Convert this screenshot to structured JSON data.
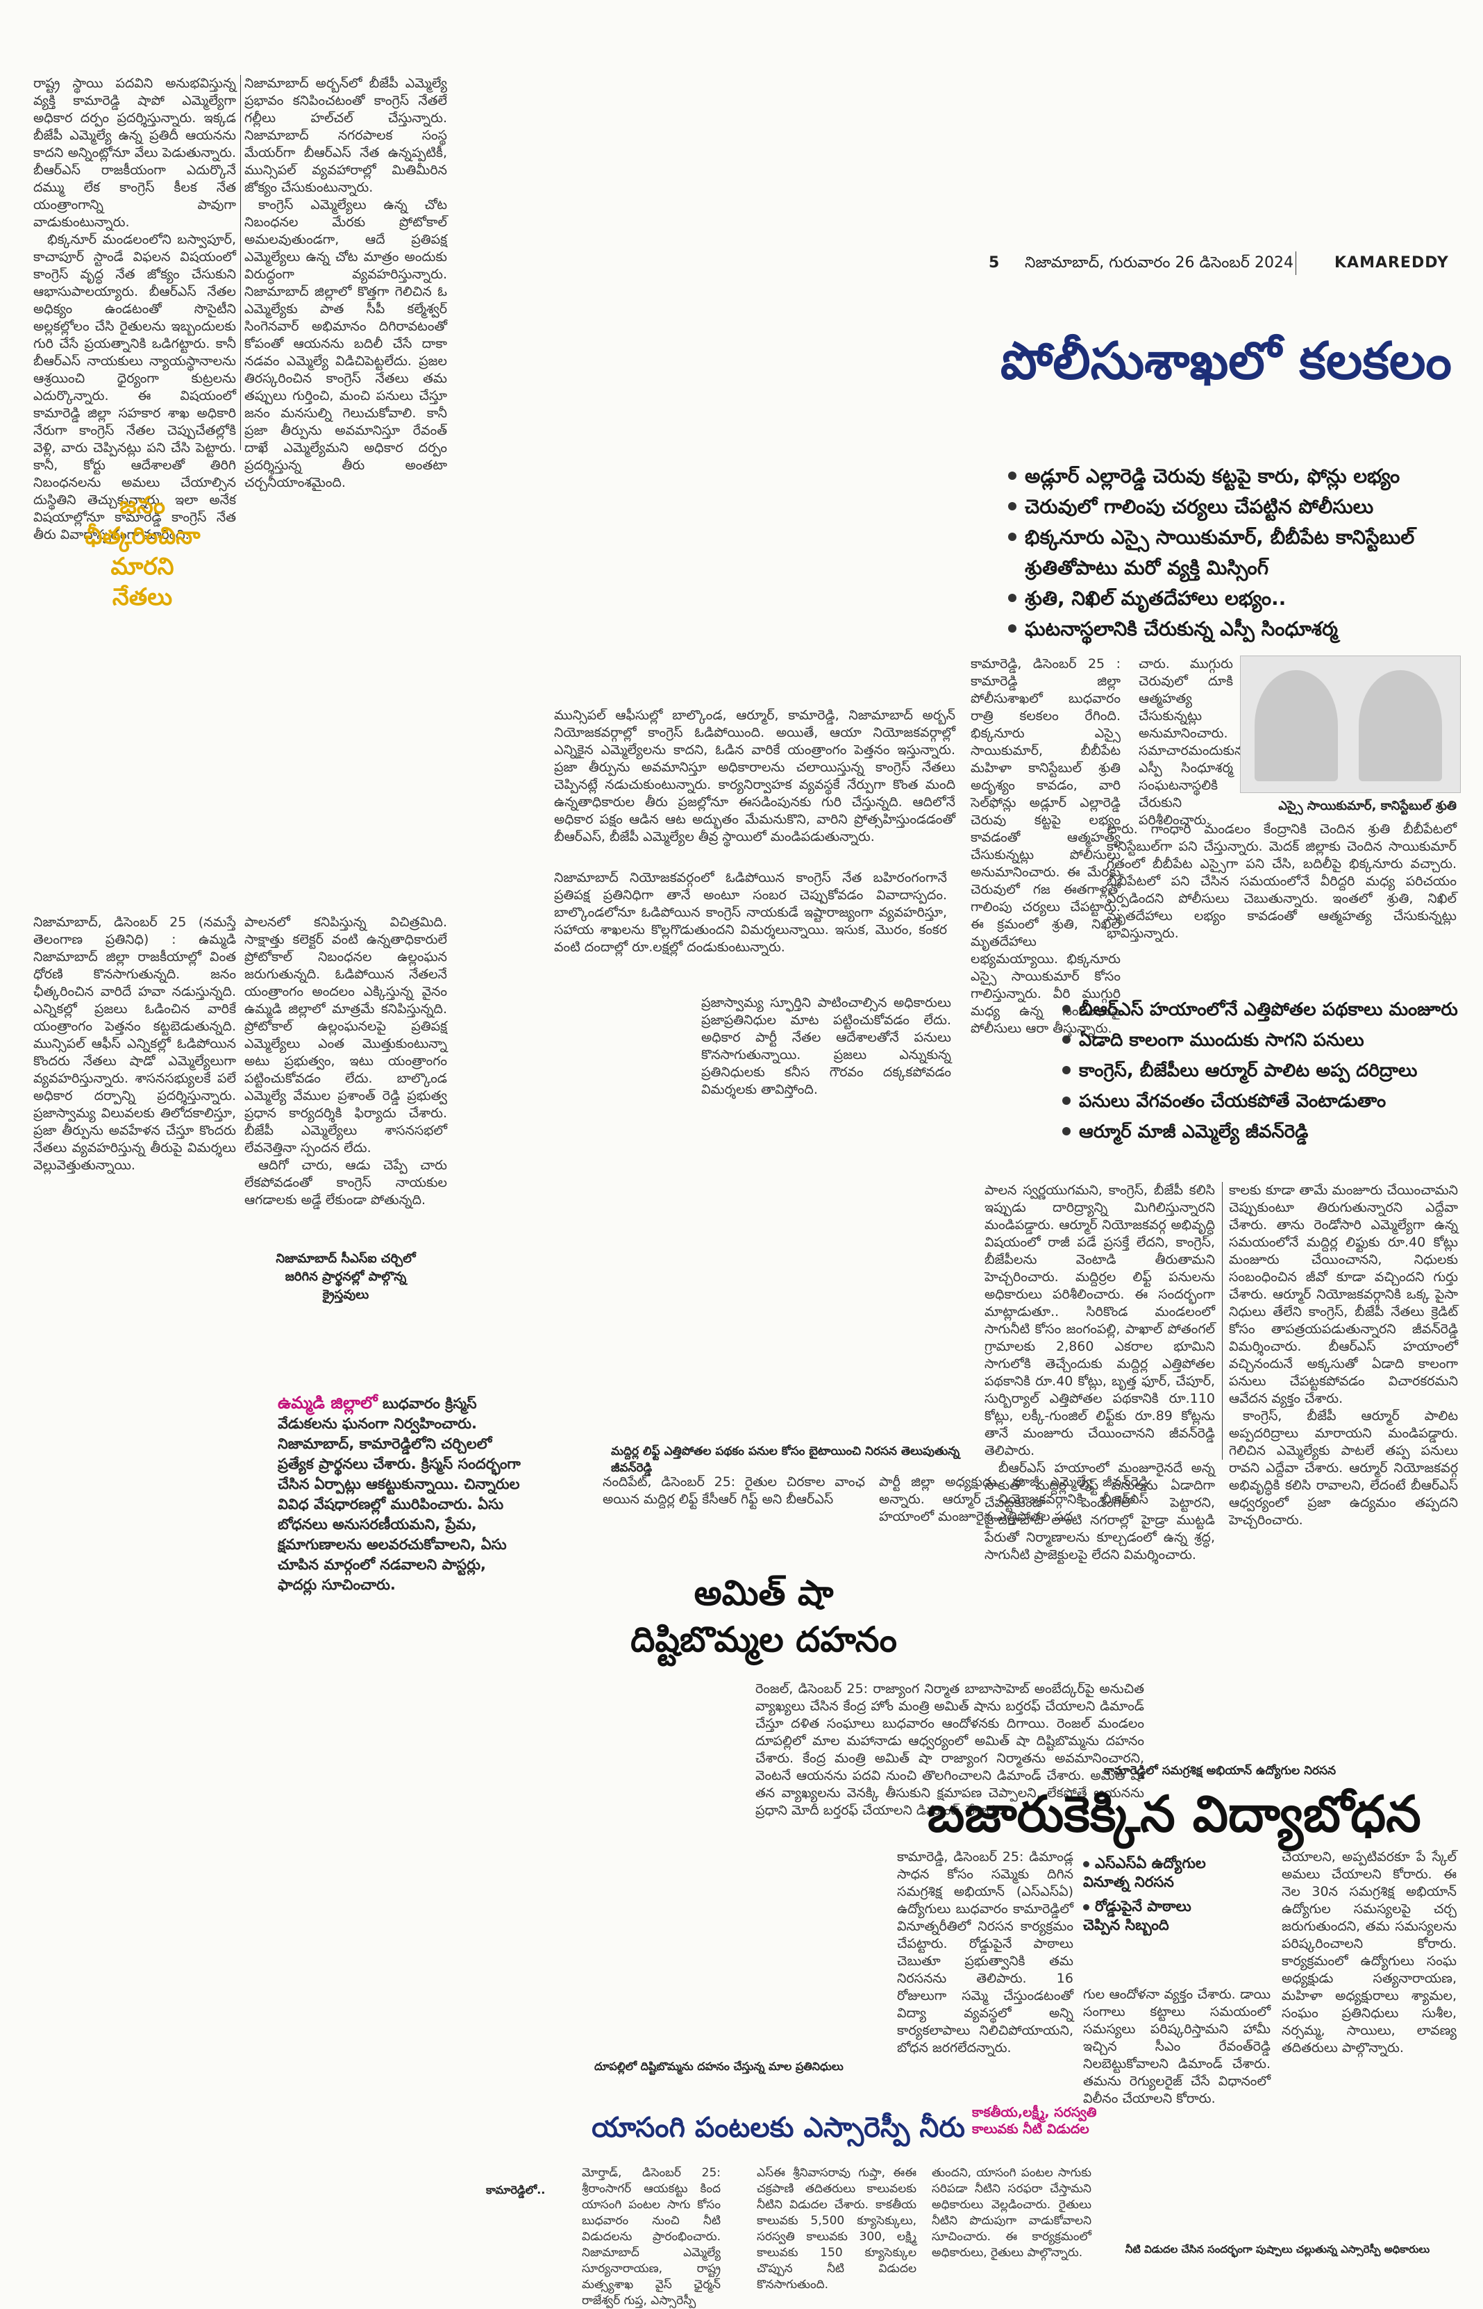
{
  "header": {
    "page_no": "5",
    "dateline": "నిజామాబాద్, గురువారం 26 డిసెంబర్ 2024",
    "edition": "KAMAREDDY"
  },
  "left_story": {
    "col1": [
      "రాష్ట్ర స్థాయి పదవిని అనుభవిస్తున్న వ్యక్తి కామారెడ్డి షాపో ఎమ్మెల్యేగా అధికార దర్పం ప్రదర్శిస్తున్నారు. ఇక్కడ బీజేపీ ఎమ్మెల్యే ఉన్న ప్రతిదీ ఆయనను కాదని అన్నింట్లోనూ వేలు పెడుతున్నారు. బీఆర్ఎస్ రాజకీయంగా ఎదుర్కొనే దమ్ము లేక కాంగ్రెస్ కీలక నేత యంత్రాంగాన్ని పావుగా వాడుకుంటున్నారు.",
      "భిక్కనూర్ మండలంలోని బస్వాపూర్, కాచాపూర్ స్టాండే విఫలన విషయంలో కాంగ్రెస్ వృద్ధ నేత జోక్యం చేసుకుని ఆభాసుపాలయ్యారు. బీఆర్ఎస్ నేతల అధిక్యం ఉండటంతో సొసైటీని అల్లకల్లోలం చేసి రైతులను ఇబ్బందులకు గురి చేసే ప్రయత్నానికి ఒడిగట్టారు. కానీ బీఆర్ఎస్ నాయకులు న్యాయస్థానాలను ఆశ్రయించి ధైర్యంగా కుట్రలను ఎదుర్కొన్నారు. ఈ విషయంలో కామారెడ్డి జిల్లా సహకార శాఖ అధికారి నేరుగా కాంగ్రెస్ నేతల చెప్పుచేతల్లోకి వెళ్లి, వారు చెప్పినట్లు పని చేసి పెట్టారు. కానీ, కోర్టు ఆదేశాలతో తిరిగి నిబంధనలను అమలు చేయాల్సిన దుస్థితిని తెచ్చుకున్నారు. ఇలా అనేక విషయాల్లోనూ కామారెడ్డి కాంగ్రెస్ నేత తీరు వివాదాస్పదంగా మారింది."
    ],
    "col2": [
      "నిజామాబాద్ అర్బన్‌లో బీజేపీ ఎమ్మెల్యే ప్రభావం కనిపించటంతో కాంగ్రెస్ నేతలే గల్లీలు హల్‌చల్ చేస్తున్నారు. నిజామాబాద్ నగరపాలక సంస్థ మేయర్‌గా బీఆర్ఎస్ నేత ఉన్నప్పటికీ, మున్సిపల్ వ్యవహారాల్లో మితిమీరిన జోక్యం చేసుకుంటున్నారు.",
      "కాంగ్రెస్ ఎమ్మెల్యేలు ఉన్న చోట నిబంధనల మేరకు ప్రోటోకాల్ అమలవుతుండగా, ఆదే ప్రతిపక్ష ఎమ్మెల్యేలు ఉన్న చోట మాత్రం అందుకు విరుద్ధంగా వ్యవహరిస్తున్నారు. నిజామాబాద్ జిల్లాలో కొత్తగా గెలిచిన ఓ ఎమ్మెల్యేకు పాత సీపీ కల్మేశ్వర్ సింగెనవార్ అభిమానం దిగిరావటంతో కోపంతో ఆయనను బదిలీ చేసే దాకా నడవం ఎమ్మెల్యే విడిచిపెట్టలేదు. ప్రజల తిరస్కరించిన కాంగ్రెస్ నేతలు తమ తప్పులు గుర్తించి, మంచి పనులు చేస్తూ జనం మనసుల్ని గెలుచుకోవాలి. కానీ ప్రజా తీర్పును అవమానిస్తూ రేవంత్ దాఖే ఎమ్మెల్యేమని అధికార దర్పం ప్రదర్శిస్తున్న తీరు అంతటా చర్చనీయాంశమైంది."
    ],
    "pullquote": [
      "జనం",
      "ఛీత్కరించినా",
      "మారని",
      "నేతలు"
    ]
  },
  "police_story": {
    "headline": "పోలీసుశాఖలో కలకలం",
    "bullets": [
      "అడ్లూర్ ఎల్లారెడ్డి చెరువు కట్టపై కారు, ఫోన్లు లభ్యం",
      "చెరువులో గాలింపు చర్యలు చేపట్టిన పోలీసులు",
      "భిక్కనూరు ఎస్సై సాయికుమార్, బీబీపేట కానిస్టేబుల్",
      "శ్రుతితోపాటు మరో వ్యక్తి మిస్సింగ్",
      "శ్రుతి, నిఖిల్ మృతదేహాలు లభ్యం..",
      "ఘటనాస్థలానికి చేరుకున్న ఎస్పీ సింధూశర్మ"
    ],
    "col1": "కామారెడ్డి, డిసెంబర్ 25 : కామారెడ్డి జిల్లా పోలీసుశాఖలో బుధవారం రాత్రి కలకలం రేగింది. భిక్కనూరు ఎస్సై సాయికుమార్, బీబీపేట మహిళా కానిస్టేబుల్ శ్రుతి అదృశ్యం కావడం, వారి సెల్‌ఫోన్లు అడ్లూర్ ఎల్లారెడ్డి చెరువు కట్టపై లభ్యం కావడంతో ఆత్మహత్య చేసుకున్నట్లు పోలీసులు అనుమానించారు. ఈ మేరకు చెరువులో గజ ఈతగాళ్లతో గాలింపు చర్యలు చేపట్టారు. ఈ క్రమంలో శ్రుతి, నిఖిల్ మృతదేహాలు లభ్యమయ్యాయి. భిక్కనూరు ఎస్సై సాయికుమార్ కోసం గాలిస్తున్నారు. వీరి ముగ్గురి మధ్య ఉన్న సంబంధంపై పోలీసులు ఆరా తీస్తున్నారు.",
    "col2": "చారు. ముగ్గురు చెరువులో దూకి ఆత్మహత్య చేసుకున్నట్లు అనుమానించారు. సమాచారమందుకున్న ఎస్పీ సింధూశర్మ సంఘటనాస్థలికి చేరుకుని పరిశీలించారు.",
    "photo_caption": "ఎస్సై సాయికుమార్, కానిస్టేబుల్ శ్రుతి",
    "col3": "చారు. గాంధారి మండలం కేంద్రానికి చెందిన శ్రుతి బీబీపేటలో కానిస్టేబుల్‌గా పని చేస్తున్నారు. మెదక్ జిల్లాకు చెందిన సాయికుమార్ గతంలో బీబీపేట ఎస్సైగా పని చేసి, బదిలీపై భిక్కనూరు వచ్చారు. బీబీపేటలో పని చేసిన సమయంలోనే వీరిద్దరి మధ్య పరిచయం ఏర్పడిందని పోలీసులు చెబుతున్నారు. ఇంతలో శ్రుతి, నిఖిల్ మృతదేహాలు లభ్యం కావడంతో ఆత్మహత్య చేసుకున్నట్లు భావిస్తున్నారు."
  },
  "congress_story": {
    "col1": "మున్సిపల్ ఆఫీసుల్లో బాల్కొండ, ఆర్మూర్, కామారెడ్డి, నిజామాబాద్ అర్బన్ నియోజకవర్గాల్లో కాంగ్రెస్ ఓడిపోయింది. అయితే, ఆయా నియోజకవర్గాల్లో ఎన్నికైన ఎమ్మెల్యేలను కాదని, ఓడిన వారికే యంత్రాంగం పెత్తనం ఇస్తున్నారు. ప్రజా తీర్పును అవమానిస్తూ అధికారాలను చలాయిస్తున్న కాంగ్రెస్ నేతలు చెప్పినట్లే నడుచుకుంటున్నారు. కార్యనిర్వాహక వ్యవస్థకే నేర్పుగా కొంత మంది ఉన్నతాధికారుల తీరు ప్రజల్లోనూ ఈసడింపునకు గురి చేస్తున్నది. ఆదిలోనే అధికార పక్షం ఆడిన ఆట అద్భుతం మేమనుకొని, వారిని ప్రోత్సహిస్తుండడంతో బీఆర్ఎస్, బీజేపీ ఎమ్మెల్యేల తీవ్ర స్థాయిలో మండిపడుతున్నారు.",
    "col2": "నిజామాబాద్ నియోజకవర్గంలో ఓడిపోయిన కాంగ్రెస్ నేత బహిరంగంగానే ప్రతిపక్ష ప్రతినిధిగా తానే అంటూ సంబర చెప్పుకోవడం వివాదాస్పదం. బాల్కొండలోనూ ఓడిపోయిన కాంగ్రెస్ నాయకుడే ఇష్టారాజ్యంగా వ్యవహరిస్తూ, సహాయ శాఖలను కొల్లగొడుతుందని విమర్శలున్నాయి. ఇసుక, మొరం, కంకర వంటి దందాల్లో రూ.లక్షల్లో దండుకుంటున్నారు.",
    "col3": "ప్రజాస్వామ్య స్ఫూర్తిని పాటించాల్సిన అధికారులు ప్రజాప్రతినిధుల మాట పట్టించుకోవడం లేదు. అధికార పార్టీ నేతల ఆదేశాలతోనే పనులు కొనసాగుతున్నాయి. ప్రజలు ఎన్నుకున్న ప్రతినిధులకు కనీస గౌరవం దక్కకపోవడం విమర్శలకు తావిస్తోంది.",
    "dateline_block": "నిజామాబాద్, డిసెంబర్ 25 (నమస్తే తెలంగాణ ప్రతినిధి) : ఉమ్మడి నిజామాబాద్ జిల్లా రాజకీయాల్లో వింత ధోరణి కొనసాగుతున్నది. జనం ఛీత్కరించిన వారిదే హవా నడుస్తున్నది. ఎన్నికల్లో ప్రజలు ఓడించిన వారికే యంత్రాంగం పెత్తనం కట్టబెడుతున్నది. మున్సిపల్ ఆఫీస్ ఎన్నికల్లో ఓడిపోయిన కొందరు నేతలు షాడో ఎమ్మెల్యేలుగా వ్యవహరిస్తున్నారు. శాసనసభ్యులకే పలే అధికార దర్పాన్ని ప్రదర్శిస్తున్నారు. ప్రజాస్వామ్య విలువలకు తిలోదకాలిస్తూ, ప్రజా తీర్పును అవహేళన చేస్తూ కొందరు నేతలు వ్యవహరిస్తున్న తీరుపై విమర్శలు వెల్లువెత్తుతున్నాయి.",
    "col_mid": "పాలనలో కనిపిస్తున్న విచిత్రమిది. సాక్షాత్తు కలెక్టర్ వంటి ఉన్నతాధికారులే ప్రోటోకాల్ నిబంధనల ఉల్లంఘన జరుగుతున్నది. ఓడిపోయిన నేతలనే యంత్రాంగం అందలం ఎక్కిస్తున్న వైనం ఉమ్మడి జిల్లాలో మాత్రమే కనిపిస్తున్నది. ప్రోటోకాల్ ఉల్లంఘనలపై ప్రతిపక్ష ఎమ్మెల్యేలు ఎంత మొత్తుకుంటున్నా అటు ప్రభుత్వం, ఇటు యంత్రాంగం పట్టించుకోవడం లేదు. బాల్కొండ ఎమ్మెల్యే వేముల ప్రశాంత్ రెడ్డి ప్రభుత్వ ప్రధాన కార్యదర్శికి ఫిర్యాదు చేశారు. బీజేపీ ఎమ్మెల్యేలు శాసనసభలో లేవనెత్తినా స్పందన లేదు.",
    "col_mid_end": "ఆదిగో చారు, ఆడు చెప్పే చారు లేకపోవడంతో కాంగ్రెస్ నాయకుల ఆగడాలకు అడ్డే లేకుండా పోతున్నది.",
    "photo_caption": [
      "నిజామాబాద్ సీఎస్ఐ చర్చిలో",
      "జరిగిన ప్రార్థనల్లో పాల్గొన్న",
      "క్రైస్తవులు"
    ]
  },
  "brs_story": {
    "bullets": [
      "బీఆర్ఎస్ హయాంలోనే ఎత్తిపోతల పథకాలు మంజూరు",
      "ఏడాది కాలంగా ముందుకు సాగని పనులు",
      "కాంగ్రెస్, బీజేపీలు ఆర్మూర్ పాలిట అప్ప దరిద్రాలు",
      "పనులు వేగవంతం చేయకపోతే వెంటాడుతాం",
      "ఆర్మూర్ మాజీ ఎమ్మెల్యే జీవన్‌రెడ్డి"
    ],
    "col1": "పాలన స్వర్ణయుగమని, కాంగ్రెస్, బీజేపీ కలిసి ఇప్పుడు దారిద్ర్యాన్ని మిగిలిస్తున్నారని మండిపడ్డారు. ఆర్మూర్ నియోజకవర్గ అభివృద్ధి విషయంలో రాజీ పడే ప్రసక్తే లేదని, కాంగ్రెస్, బీజేపీలను వెంటాడి తీరుతామని హెచ్చరించారు. మద్దిర్రల లిఫ్ట్ పనులను అధికారులు పరిశీలించారు. ఈ సందర్భంగా మాట్లాడుతూ.. సిరికొండ మండలంలో సాగునీటి కోసం జంగంపల్లి, పాఖాల్ పోతంగల్ గ్రామాలకు 2,860 ఎకరాల భూమిని సాగులోకి తెచ్చేందుకు మద్దిర్ల ఎత్తిపోతల పథకానికి రూ.40 కోట్లు, బృత్త ఫూర్, చేపూర్, సుర్బిర్యాల్ ఎత్తిపోతల పథకానికి రూ.110 కోట్లు, లక్కీ-గుంజిల్ లిఫ్ట్‌కు రూ.89 కోట్లను తానే మంజూరు చేయించానని జీవన్‌రెడ్డి తెలిపారు.",
    "col1b": "బీఆర్ఎస్ హయాంలో మంజూరైనదే అన్న సాకుతో మద్దిర్ల లిఫ్ట్ పనులను ఏడాదిగా చేపట్టకుండా పెండింగ్‌లో పెట్టారని, హైదరాబాద్ లాంటి నగరాల్లో హైడ్రా ముట్టడి పేరుతో నిర్మాణాలను కూల్చడంలో ఉన్న శ్రద్ధ, సాగునీటి ప్రాజెక్టులపై లేదని విమర్శించారు.",
    "col2": "కాలకు కూడా తామే మంజూరు చేయించామని చెప్పుకుంటూ తిరుగుతున్నారని ఎద్దేవా చేశారు. తాను రెండోసారి ఎమ్మెల్యేగా ఉన్న సమయంలోనే మద్దిర్ల లిఫ్టుకు రూ.40 కోట్లు మంజూరు చేయించానని, నిధులకు సంబంధించిన జీవో కూడా వచ్చిందని గుర్తు చేశారు. ఆర్మూర్ నియోజకవర్గానికి ఒక్క పైసా నిధులు తేలేని కాంగ్రెస్, బీజేపీ నేతలు క్రెడిట్ కోసం తాపత్రయపడుతున్నారని జీవన్‌రెడ్డి విమర్శించారు. బీఆర్ఎస్ హయాంలో వచ్చినందునే అక్కసుతో ఏడాది కాలంగా పనులు చేపట్టకపోవడం విచారకరమని ఆవేదన వ్యక్తం చేశారు.",
    "col2b": "కాంగ్రెస్, బీజేపీ ఆర్మూర్ పాలిట అప్పదరిద్రాలు మారాయని మండిపడ్డారు. గెలిచిన ఎమ్మెల్యేకు పాటలే తప్ప పనులు రావని ఎద్దేవా చేశారు. ఆర్మూర్ నియోజకవర్గ అభివృద్ధికి కలిసి రావాలని, లేదంటే బీఆర్ఎస్ ఆధ్వర్యంలో ప్రజా ఉద్యమం తప్పదని హెచ్చరించారు.",
    "photo_caption": "మద్దిర్ల లిఫ్ట్ ఎత్తిపోతల పథకం పనుల కోసం బైటాయించి నిరసన తెలుపుతున్న జీవన్‌రెడ్డి",
    "foot1": "నందిపేట్, డిసెంబర్ 25: రైతుల చిరకాల వాంఛ అయిన మద్దిర్ల లిఫ్ట్ కేసీఆర్ గిఫ్ట్ అని బీఆర్ఎస్",
    "foot2": "పార్టీ జిల్లా అధ్యక్షుడు, మాజీ ఎమ్మెల్యే జీవన్‌రెడ్డి అన్నారు. ఆర్మూర్ నియోజకవర్గానికి బీఆర్ఎస్ హయాంలో మంజూరైన ఎత్తిపోతల పథ"
  },
  "amit_story": {
    "headline1": "అమిత్ షా",
    "headline2": "దిష్టిబొమ్మల దహనం",
    "body": "రెంజల్, డిసెంబర్ 25: రాజ్యాంగ నిర్మాత బాబాసాహెబ్ అంబేద్కర్‌పై అనుచిత వ్యాఖ్యలు చేసిన కేంద్ర హోం మంత్రి అమిత్ షాను బర్తరఫ్ చేయాలని డిమాండ్ చేస్తూ దళిత సంఘాలు బుధవారం ఆందోళనకు దిగాయి. రెంజల్ మండలం దూపల్లిలో మాల మహానాడు ఆధ్వర్యంలో అమిత్ షా దిష్టిబొమ్మను దహనం చేశారు. కేంద్ర మంత్రి అమిత్ షా రాజ్యాంగ నిర్మాతను అవమానించారని, వెంటనే ఆయనను పదవి నుంచి తొలగించాలని డిమాండ్ చేశారు. అమిత్ షా తన వ్యాఖ్యలను వెనక్కి తీసుకుని క్షమాపణ చెప్పాలని, లేకపోతే ఆయనను ప్రధాని మోదీ బర్తరఫ్ చేయాలని డిమాండ్ చేశారు.",
    "caption": "దూపల్లిలో దిష్టిబొమ్మను దహనం చేస్తున్న మాల ప్రతినిధులు"
  },
  "christmas": {
    "lead": "ఉమ్మడి జిల్లాలో",
    "body": "బుధవారం క్రిస్మస్ వేడుకలను ఘనంగా నిర్వహించారు. నిజామాబాద్, కామారెడ్డిలోని చర్చిలలో ప్రత్యేక ప్రార్థనలు చేశారు. క్రిస్మస్ సందర్భంగా చేసిన ఏర్పాట్లు ఆకట్టుకున్నాయి. చిన్నారుల వివిధ వేషధారణల్లో మురిపించారు. ఏసు బోధనలు అనుసరణీయమని, ప్రేమ, క్షమాగుణాలను అలవరచుకోవాలని, ఏసు చూపిన మార్గంలో నడవాలని పాస్టర్లు, ఫాదర్లు సూచించారు."
  },
  "education_story": {
    "kicker": "కామారెడ్డిలో సమగ్రశిక్ష అభియాన్ ఉద్యోగుల నిరసన",
    "headline": "బజారుకెక్కిన విద్యాబోధన",
    "bullets": [
      "ఎస్‌ఎస్‌ఏ ఉద్యోగుల వినూత్న నిరసన",
      "రోడ్డుపైనే పాఠాలు చెప్పిన సిబ్బంది"
    ],
    "col1": "కామారెడ్డి, డిసెంబర్ 25: డిమాండ్ల సాధన కోసం సమ్మెకు దిగిన సమగ్రశిక్ష అభియాన్ (ఎస్ఎస్ఏ) ఉద్యోగులు బుధవారం కామారెడ్డిలో వినూత్నరీతిలో నిరసన కార్యక్రమం చేపట్టారు. రోడ్డుపైనే పాఠాలు చెబుతూ ప్రభుత్వానికి తమ నిరసనను తెలిపారు. 16 రోజులుగా సమ్మె చేస్తుండటంతో విద్యా వ్యవస్థలో అన్ని కార్యకలాపాలు నిలిచిపోయాయని, బోధన జరగలేదన్నారు.",
    "col2": "గుల ఆందోళనా వ్యక్తం చేశారు. డాయి సంగాలు కట్టాలు సమయంలో సమస్యలు పరిష్కరిస్తామని హామీ ఇచ్చిన సీఎం రేవంత్‌రెడ్డి నిలబెట్టుకోవాలని డిమాండ్ చేశారు. తమను రెగ్యులరైజ్ చేసే విధానంలో విలీనం చేయాలని కోరారు.",
    "col3": "చేయాలని, అప్పటివరకూ పే స్కేల్ అమలు చేయాలని కోరారు. ఈ నెల 30న సమగ్రశిక్ష అభియాన్ ఉద్యోగుల సమస్యలపై చర్చ జరుగుతుందని, తమ సమస్యలను పరిష్కరించాలని కోరారు. కార్యక్రమంలో ఉద్యోగులు సంఘ అధ్యక్షుడు సత్యనారాయణ, మహిళా అధ్యక్షురాలు శ్యామల, సంఘం ప్రతినిధులు సుశీల, నర్సమ్మ, సాయిలు, లావణ్య తదితరులు పాల్గొన్నారు."
  },
  "srsp_story": {
    "headline": "యాసంగి పంటలకు ఎస్సారెస్పీ నీరు",
    "kicker": "కాకతీయ,లక్ష్మీ, సరస్వతి కాలువకు నీటి విడుదల",
    "col1": "మోర్తాడ్, డిసెంబర్ 25: శ్రీరాంసాగర్ ఆయకట్టు కింద యాసంగి పంటల సాగు కోసం బుధవారం నుంచి నీటి విడుదలను ప్రారంభించారు. నిజామాబాద్ ఎమ్మెల్యే సూర్యనారాయణ, రాష్ట్ర మత్స్యశాఖ వైస్ ఛైర్మన్ రాజేశ్వర్ గుప్త, ఎస్సారెస్పీ",
    "col2": "ఎస్ఈ శ్రీనివాసరావు గుప్తా, ఈఈ చక్రపాణి తదితరులు కాలువలకు నీటిని విడుదల చేశారు. కాకతీయ కాలువకు 5,500 క్యూసెక్కులు, సరస్వతి కాలువకు 300, లక్ష్మి కాలువకు 150 క్యూసెక్కుల చొప్పున నీటి విడుదల కొనసాగుతుంది.",
    "col3": "తుందని, యాసంగి పంటల సాగుకు సరిపడా నీటిని సరఫరా చేస్తామని అధికారులు వెల్లడించారు. రైతులు నీటిని పొదుపుగా వాడుకోవాలని సూచించారు. ఈ కార్యక్రమంలో అధికారులు, రైతులు పాల్గొన్నారు.",
    "caption": "నీటి విడుదల చేసిన సందర్భంగా పుష్పాలు చల్లుతున్న ఎస్సారెస్పీ అధికారులు",
    "credit": "కామారెడ్డిలో.."
  }
}
